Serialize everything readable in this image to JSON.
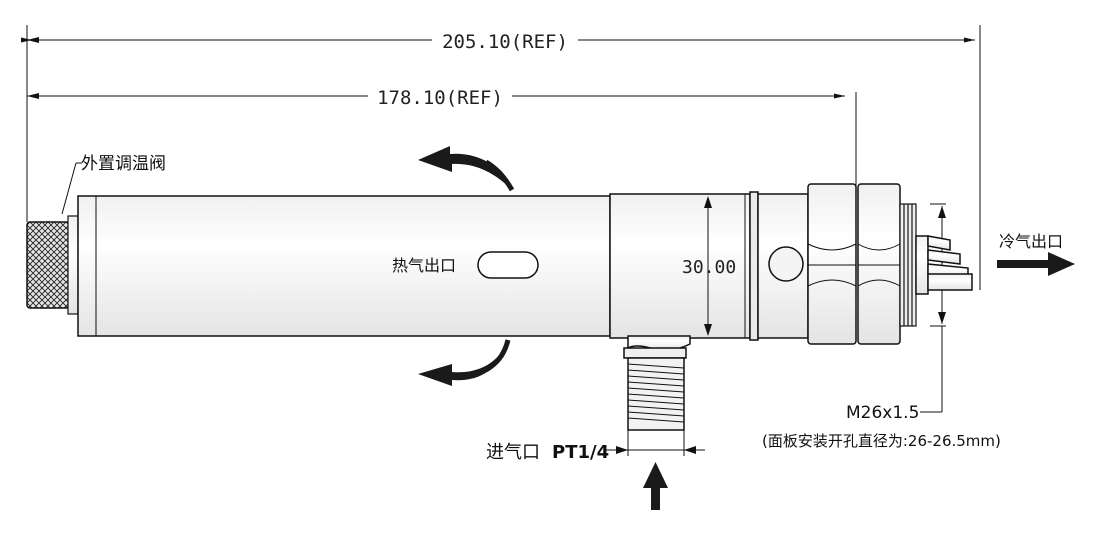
{
  "dimensions": {
    "overall": "205.10(REF)",
    "body": "178.10(REF)",
    "diameter": "30.00"
  },
  "labels": {
    "external_valve": "外置调温阀",
    "hot_outlet": "热气出口",
    "cold_outlet": "冷气出口",
    "inlet_prefix": "进气口",
    "inlet_thread": "PT1/4",
    "mount_thread": "M26x1.5",
    "panel_hole": "(面板安装开孔直径为:26-26.5mm)"
  },
  "colors": {
    "line": "#111111",
    "body_fill": "#f7f7f7",
    "arrow": "#1a1a1a"
  }
}
